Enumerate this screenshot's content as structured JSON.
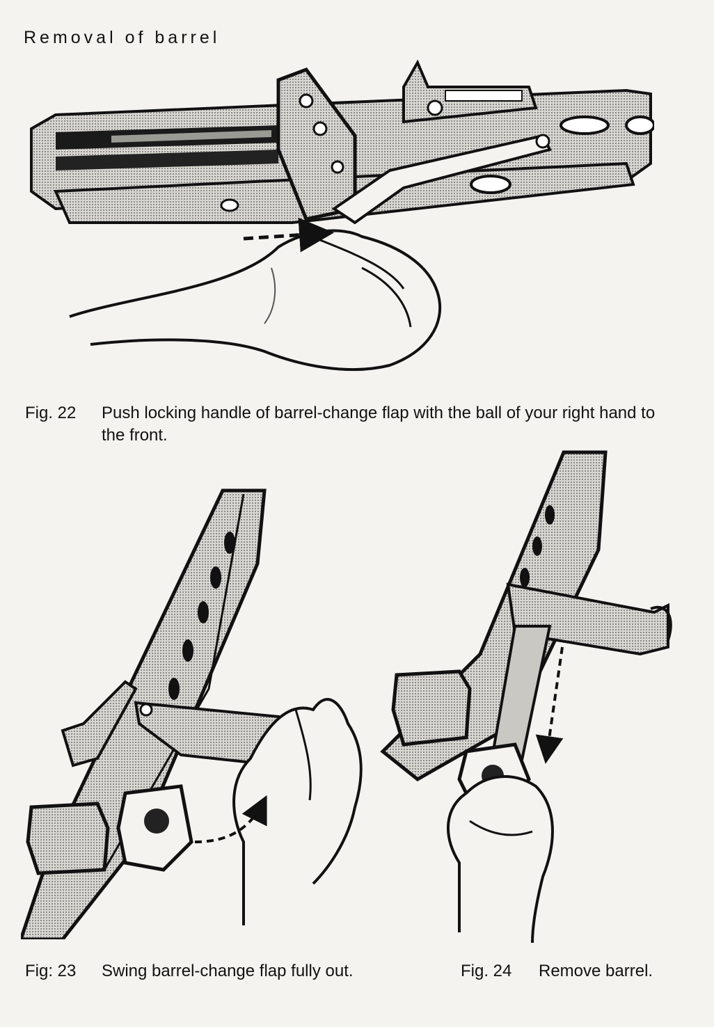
{
  "page": {
    "title": "Removal of barrel"
  },
  "figures": [
    {
      "number": "Fig. 22",
      "caption": "Push locking handle of barrel-change flap with the ball of your right hand to the front."
    },
    {
      "number": "Fig: 23",
      "caption": "Swing barrel-change flap fully out."
    },
    {
      "number": "Fig. 24",
      "caption": "Remove barrel."
    }
  ],
  "colors": {
    "ink": "#111111",
    "paper": "#f4f3ef",
    "shade": "#8a8a86"
  }
}
